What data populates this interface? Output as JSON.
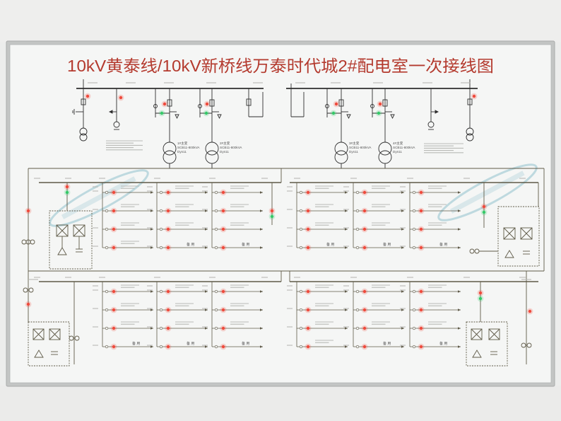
{
  "title": "10kV黄泰线/10kV新桥线万泰时代城2#配电室一次接线图",
  "transformers": [
    {
      "name": "1#主变",
      "model": "SCB11-800kVA",
      "vector": "Dyn11"
    },
    {
      "name": "2#主变",
      "model": "SCB11-800kVA",
      "vector": "Dyn11"
    },
    {
      "name": "3#主变",
      "model": "SCB11-800kVA",
      "vector": "Dyn11"
    },
    {
      "name": "4#主变",
      "model": "SCB11-800kVA",
      "vector": "Dyn11"
    }
  ],
  "spare_label": "备 用",
  "colors": {
    "title": "#b43a2e",
    "hv_line": "#2e2e2e",
    "lv_line": "#5f5a48",
    "red_lamp": "#ef4a3c",
    "green_lamp": "#34c968",
    "label_text": "#5a5a5a",
    "faint_text": "#b9bab6",
    "board": "#f5f6f5",
    "frame": "#c3c5c4",
    "watermark": "#5aa6b8"
  }
}
